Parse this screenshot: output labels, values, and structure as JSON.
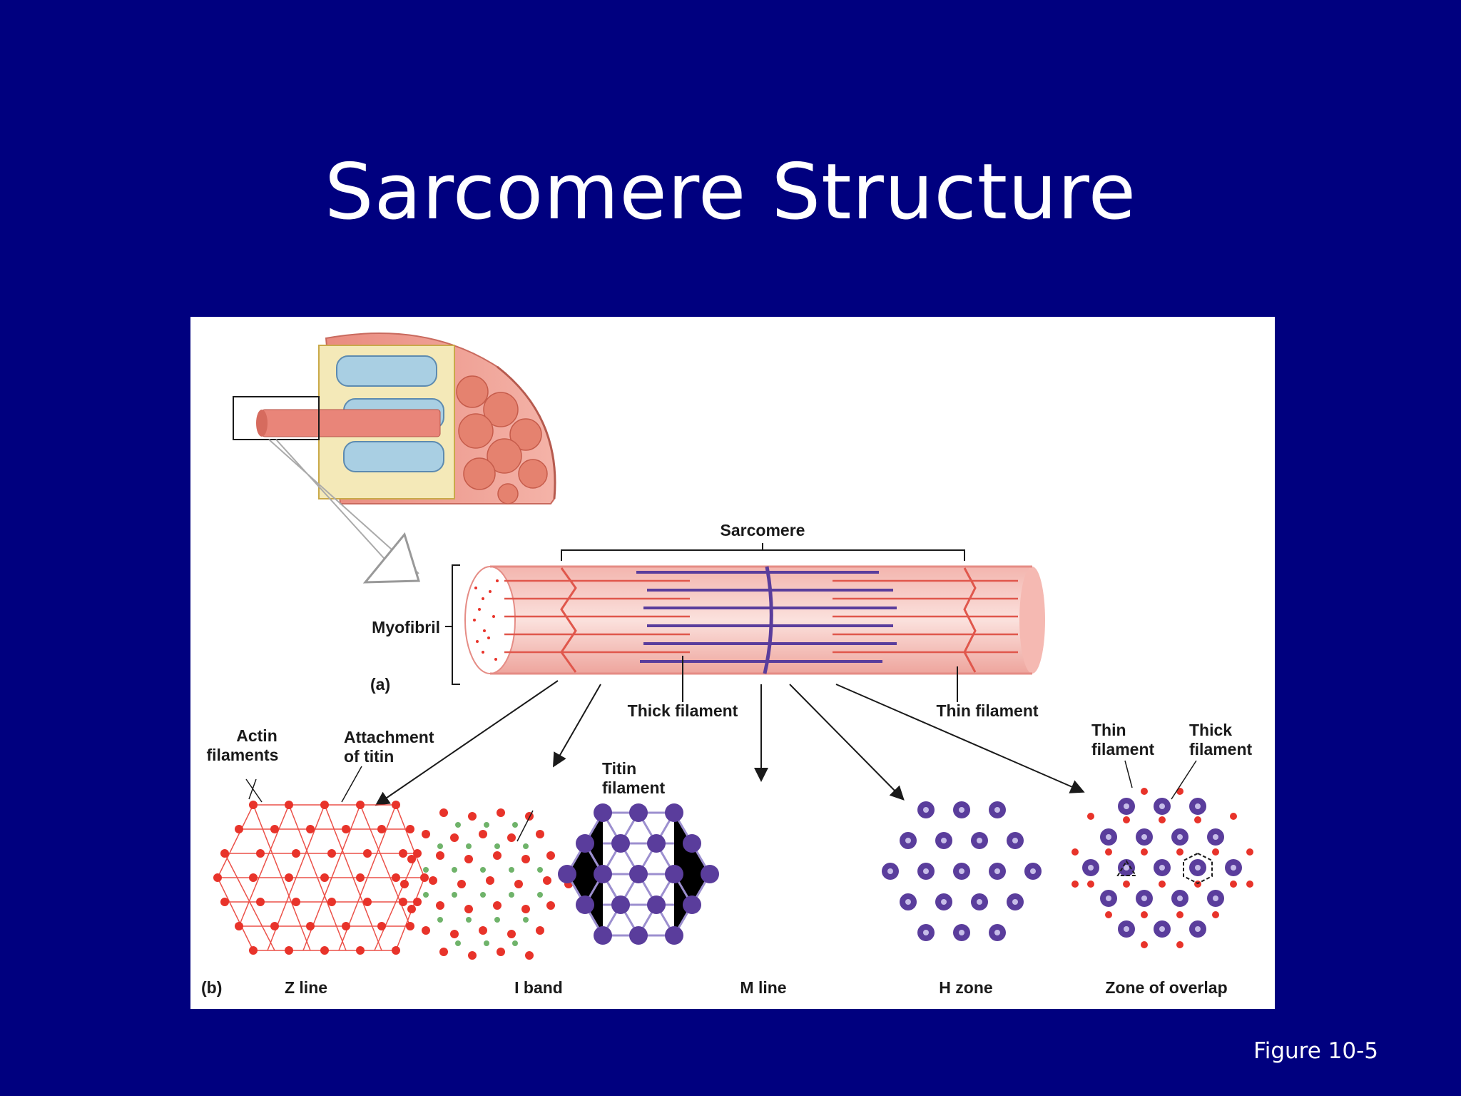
{
  "slide": {
    "title": "Sarcomere Structure",
    "figure_ref": "Figure 10-5"
  },
  "diagram": {
    "panel_a_tag": "(a)",
    "panel_b_tag": "(b)",
    "sarcomere_label": "Sarcomere",
    "myofibril_label": "Myofibril",
    "thick_filament_label": "Thick filament",
    "thin_filament_label": "Thin filament",
    "actin_filaments_label": [
      "Actin",
      "filaments"
    ],
    "attachment_titin_label": [
      "Attachment",
      "of titin"
    ],
    "titin_filament_label": [
      "Titin",
      "filament"
    ],
    "overlap_thin_label": [
      "Thin",
      "filament"
    ],
    "overlap_thick_label": [
      "Thick",
      "filament"
    ],
    "cross_sections": [
      "Z line",
      "I band",
      "M line",
      "H zone",
      "Zone of overlap"
    ]
  },
  "colors": {
    "background": "#00007f",
    "actin": "#e8332a",
    "myosin": "#5a3d9c",
    "titin": "#6fb36a",
    "myofibril_pink": "#f6c9c4"
  }
}
